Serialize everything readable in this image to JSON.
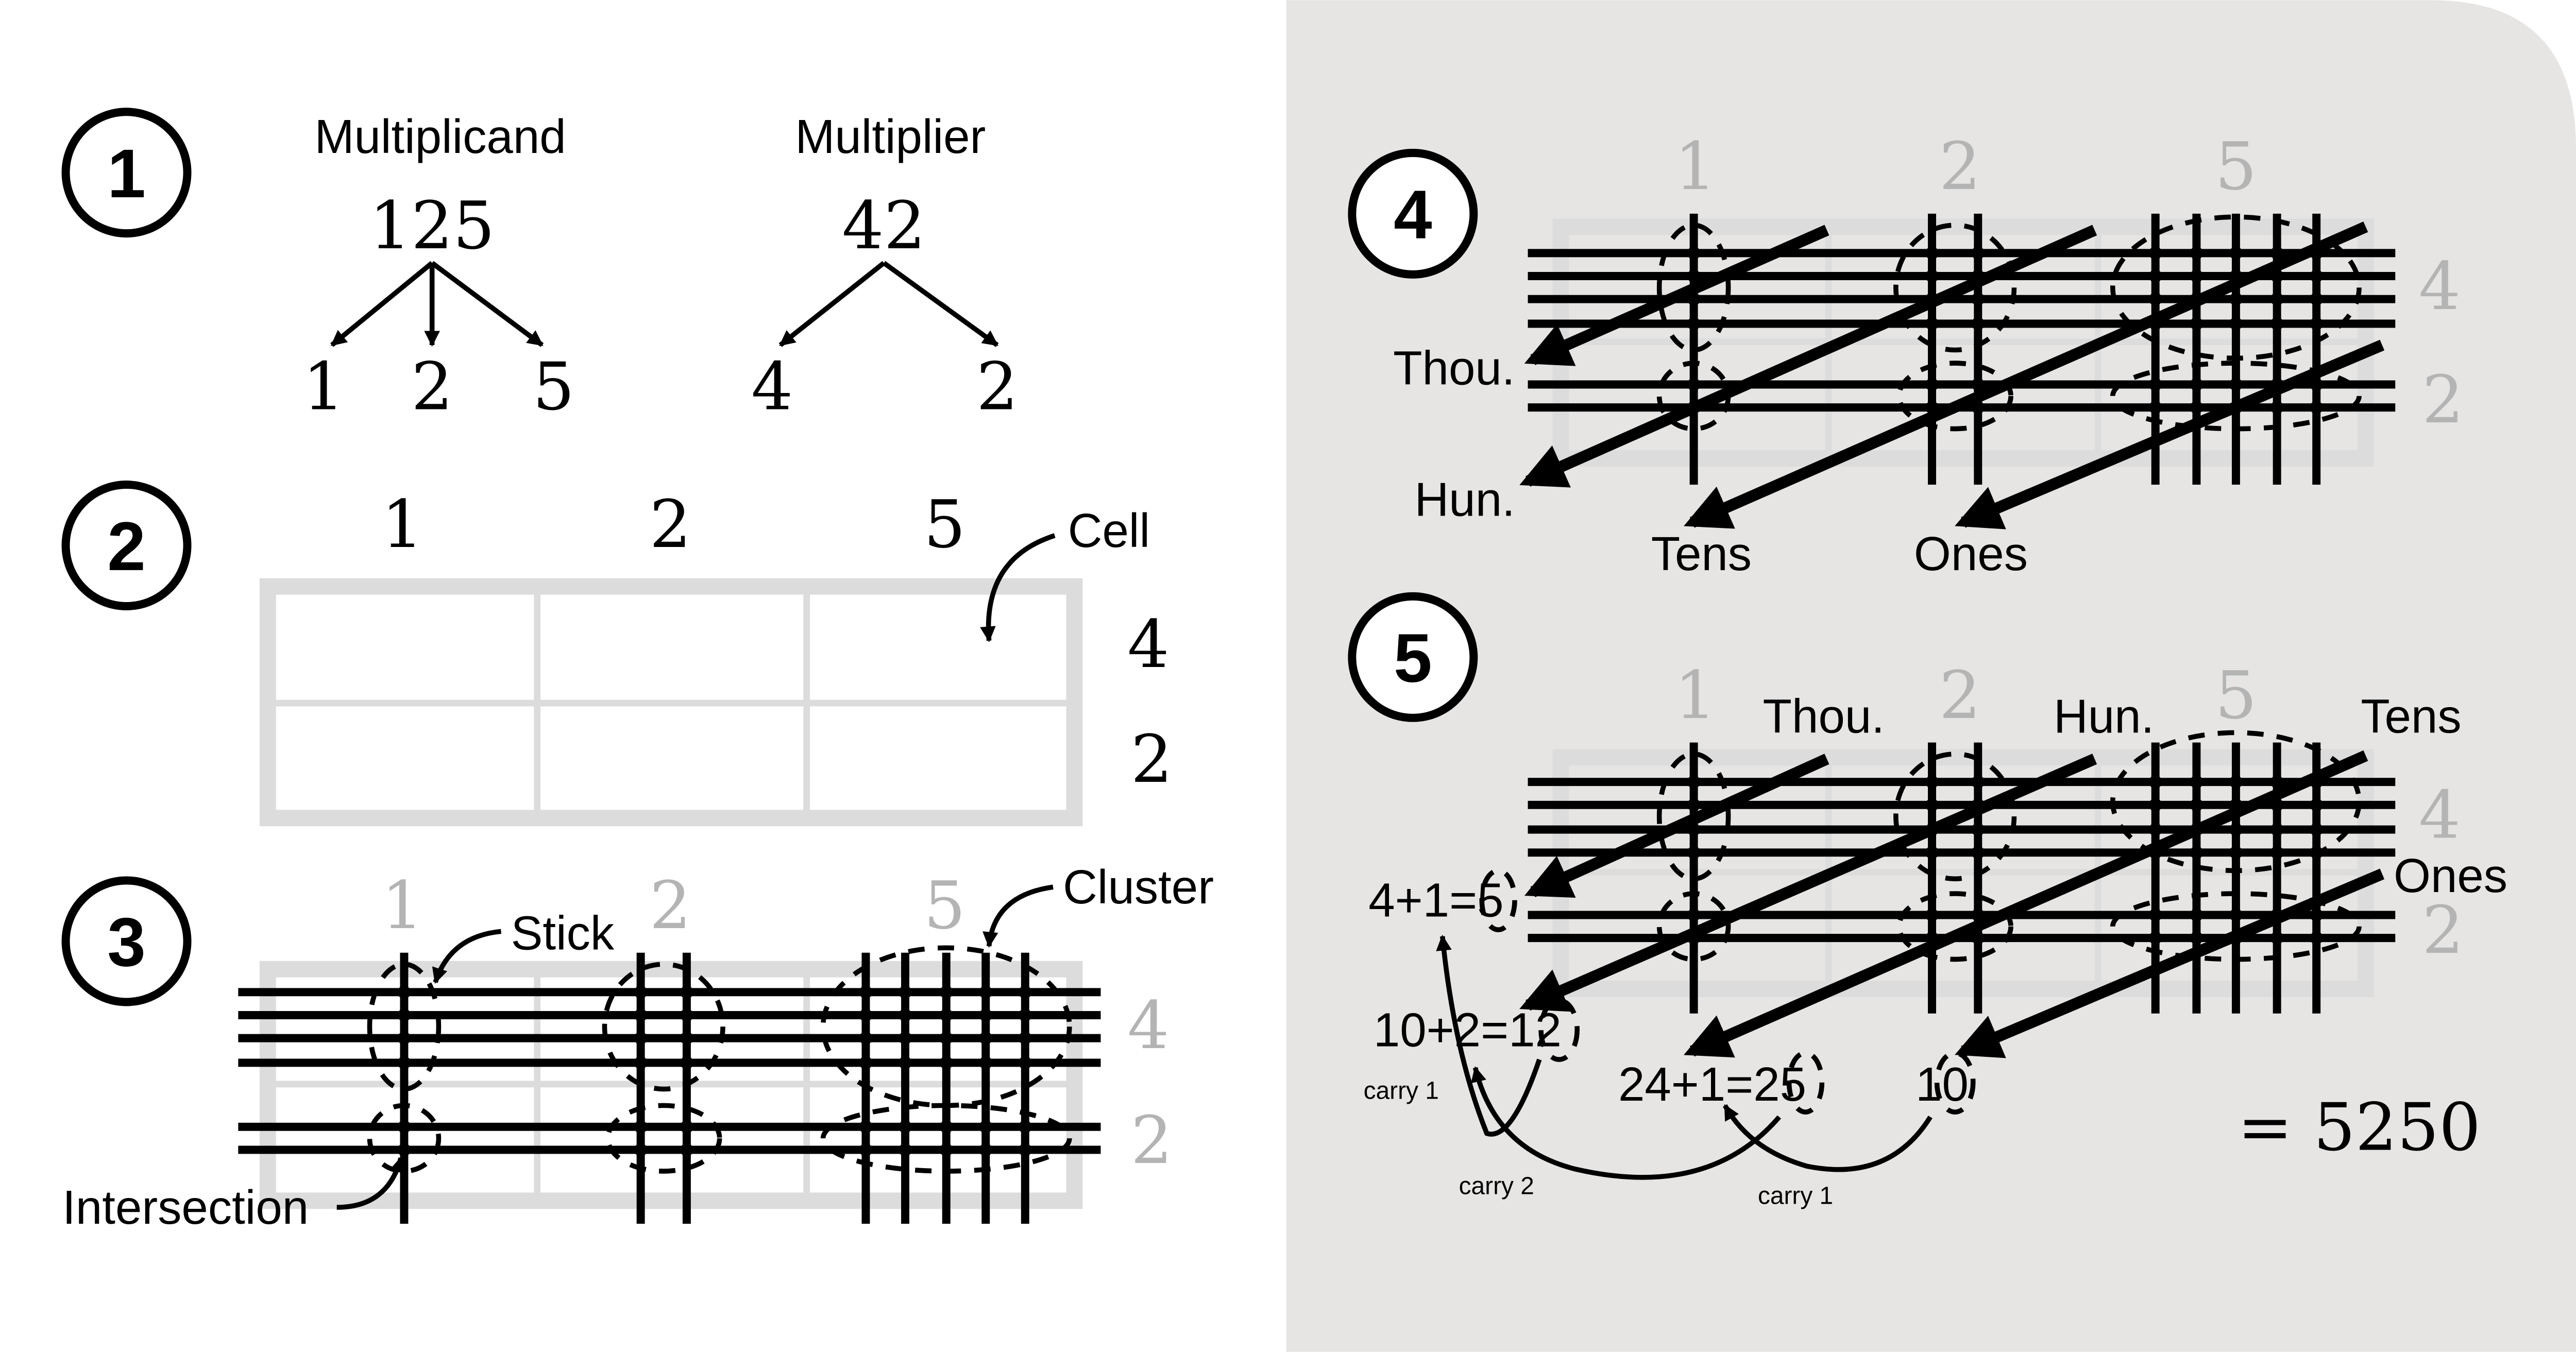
{
  "colors": {
    "panel": "#e6e5e4",
    "faded": "#b4b4b4",
    "ink": "#000000"
  },
  "step_numbers": [
    "1",
    "2",
    "3",
    "4",
    "5"
  ],
  "step1": {
    "multiplicand_label": "Multiplicand",
    "multiplier_label": "Multiplier",
    "multiplicand": "125",
    "multiplier": "42",
    "multiplicand_digits": [
      "1",
      "2",
      "5"
    ],
    "multiplier_digits": [
      "4",
      "2"
    ]
  },
  "step2": {
    "top_digits": [
      "1",
      "2",
      "5"
    ],
    "side_digits": [
      "4",
      "2"
    ],
    "cell_label": "Cell"
  },
  "step3": {
    "top_digits": [
      "1",
      "2",
      "5"
    ],
    "side_digits": [
      "4",
      "2"
    ],
    "stick_label": "Stick",
    "cluster_label": "Cluster",
    "intersection_label": "Intersection"
  },
  "step4": {
    "top_digits": [
      "1",
      "2",
      "5"
    ],
    "side_digits": [
      "4",
      "2"
    ],
    "place_labels": {
      "thousands": "Thou.",
      "hundreds": "Hun.",
      "tens": "Tens",
      "ones": "Ones"
    }
  },
  "step5": {
    "top_digits": [
      "1",
      "2",
      "5"
    ],
    "side_digits": [
      "4",
      "2"
    ],
    "place_labels": {
      "thousands": "Thou.",
      "hundreds": "Hun.",
      "tens": "Tens",
      "ones": "Ones"
    },
    "sums": [
      {
        "prefix": "4+1=",
        "digit": "5"
      },
      {
        "prefix": "10+2=1",
        "digit": "2"
      },
      {
        "prefix": "24+1=2",
        "digit": "5"
      },
      {
        "prefix": "1",
        "digit": "0"
      }
    ],
    "carries": [
      "carry 1",
      "carry 2",
      "carry 1"
    ],
    "result": "= 5250"
  }
}
